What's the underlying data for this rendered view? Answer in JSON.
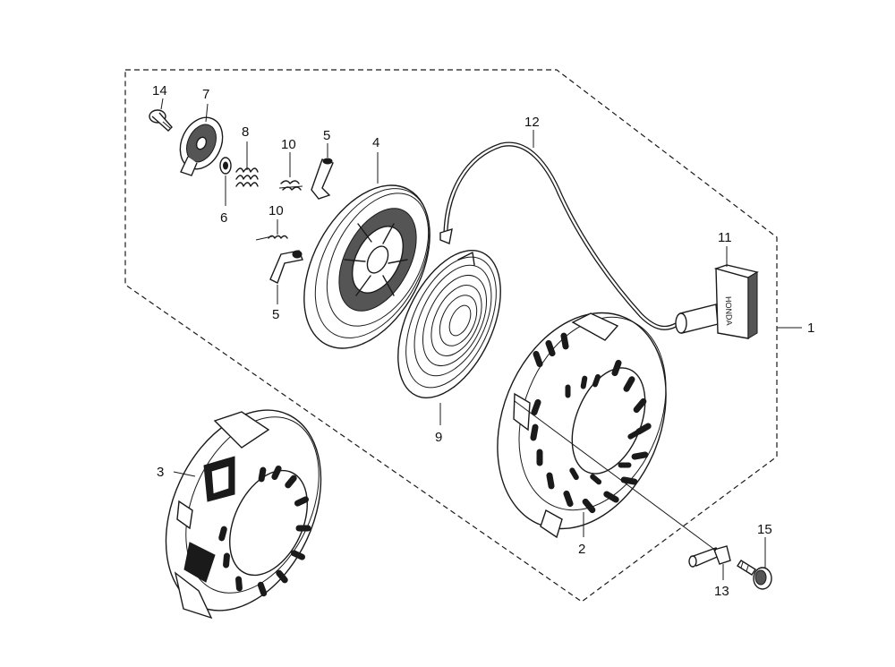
{
  "diagram": {
    "callouts": [
      {
        "id": "1",
        "text": "1"
      },
      {
        "id": "2",
        "text": "2"
      },
      {
        "id": "3",
        "text": "3"
      },
      {
        "id": "4",
        "text": "4"
      },
      {
        "id": "5a",
        "text": "5"
      },
      {
        "id": "5b",
        "text": "5"
      },
      {
        "id": "6",
        "text": "6"
      },
      {
        "id": "7",
        "text": "7"
      },
      {
        "id": "8",
        "text": "8"
      },
      {
        "id": "9",
        "text": "9"
      },
      {
        "id": "10a",
        "text": "10"
      },
      {
        "id": "10b",
        "text": "10"
      },
      {
        "id": "11",
        "text": "11"
      },
      {
        "id": "12",
        "text": "12"
      },
      {
        "id": "13",
        "text": "13"
      },
      {
        "id": "14",
        "text": "14"
      },
      {
        "id": "15",
        "text": "15"
      }
    ]
  }
}
